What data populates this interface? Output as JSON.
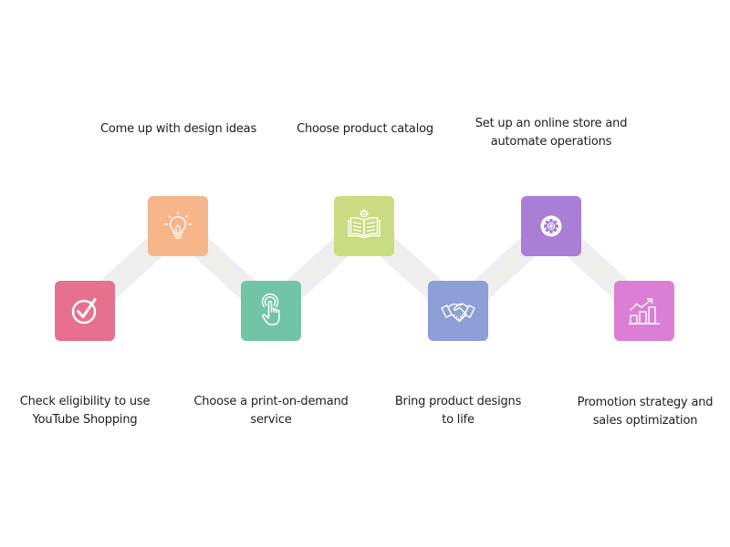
{
  "steps": [
    {
      "line1": "Check eligibility to use",
      "line2": "YouTube Shopping",
      "color": "#e8708f",
      "icon": "checkmark-circle-icon"
    },
    {
      "line1": "Come up with design ideas",
      "line2": "",
      "color": "#f7b58a",
      "icon": "lightbulb-icon"
    },
    {
      "line1": "Choose a print-on-demand",
      "line2": "service",
      "color": "#72c4a6",
      "icon": "touch-hand-icon"
    },
    {
      "line1": "Choose product catalog",
      "line2": "",
      "color": "#c9dc82",
      "icon": "open-book-icon"
    },
    {
      "line1": "Bring product designs",
      "line2": "to life",
      "color": "#8e9ed6",
      "icon": "handshake-icon"
    },
    {
      "line1": "Set up an online store and",
      "line2": "automate operations",
      "color": "#a87fd4",
      "icon": "gear-icon"
    },
    {
      "line1": "Promotion strategy and",
      "line2": "sales optimization",
      "color": "#db7fd6",
      "icon": "growth-chart-icon"
    }
  ],
  "road": {
    "color": "#efefef",
    "dash_color": "#f4f0c8"
  }
}
